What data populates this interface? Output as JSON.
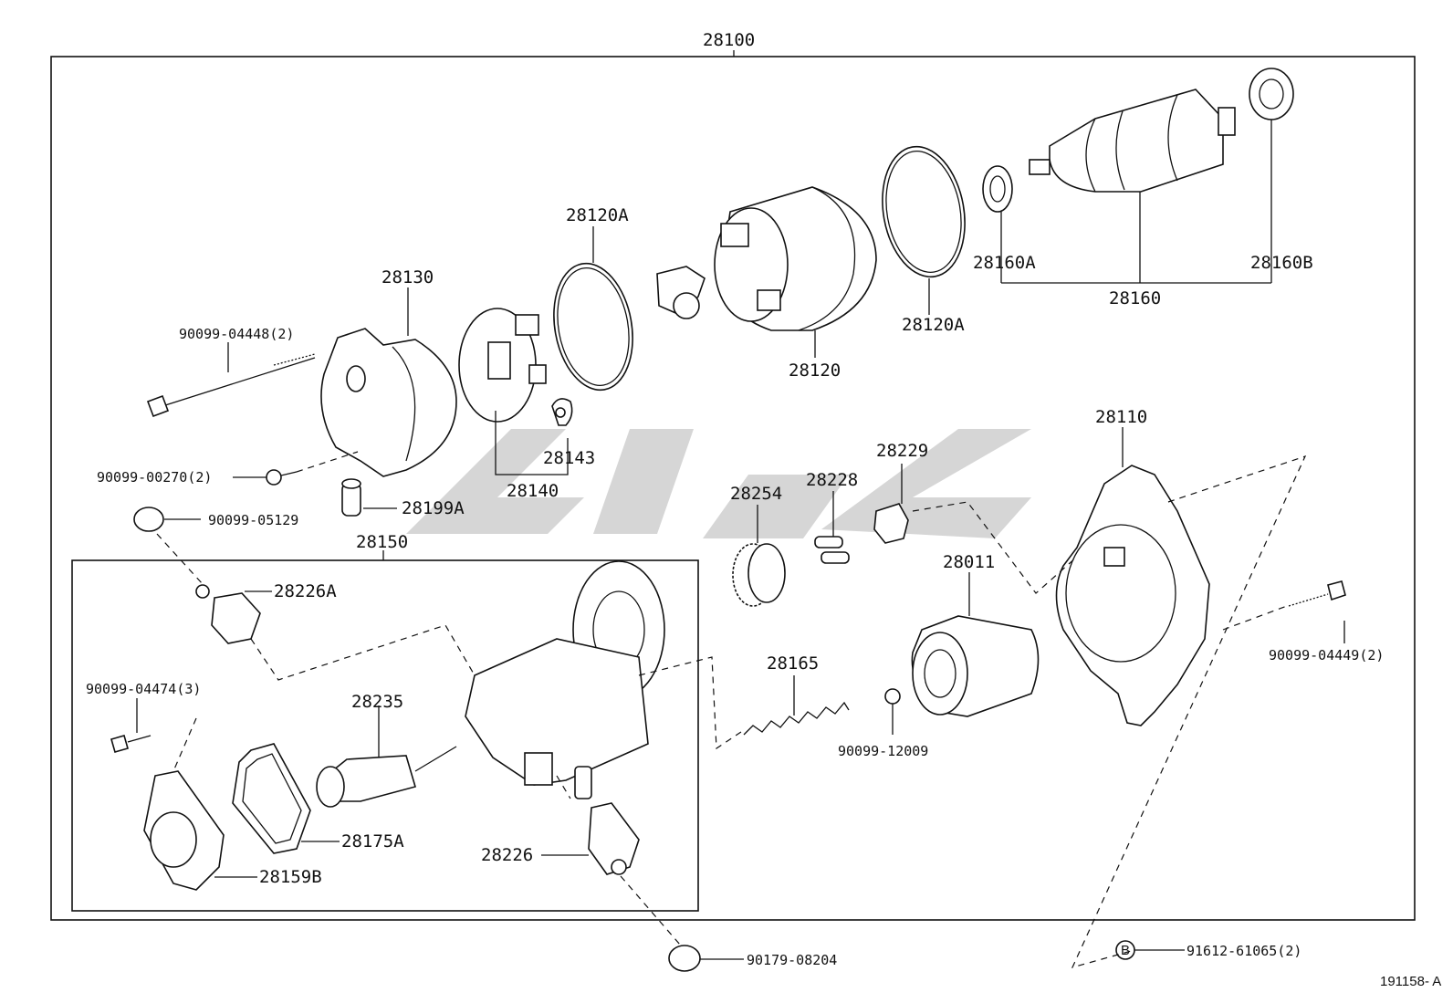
{
  "labels": {
    "assembly": "28100",
    "commutator_end_frame": "28130",
    "thru_bolt": "90099-04448(2)",
    "screw": "90099-00270(2)",
    "cap_terminal": "28199A",
    "nut": "90099-05129",
    "o_ring_rear": "28120A",
    "o_ring_front": "28120A",
    "brush_holder": "28140",
    "brush": "28143",
    "yoke": "28120",
    "armature": "28160",
    "bearing_a": "28160A",
    "bearing_b": "28160B",
    "drive_housing": "28110",
    "gear": "28254",
    "roller": "28228",
    "retainer": "28229",
    "clutch": "28011",
    "bolt_right": "90099-04449(2)",
    "spring": "28165",
    "ball": "90099-12009",
    "switch_assy": "28150",
    "terminal_a": "28226A",
    "switch_screw": "90099-04474(3)",
    "plunger": "28235",
    "gasket": "28175A",
    "cover": "28159B",
    "terminal": "28226",
    "terminal_nut": "90179-08204",
    "ref_bolt": "91612-61065(2)",
    "ref_b_mark": "B",
    "figure_id": "191158- A"
  }
}
